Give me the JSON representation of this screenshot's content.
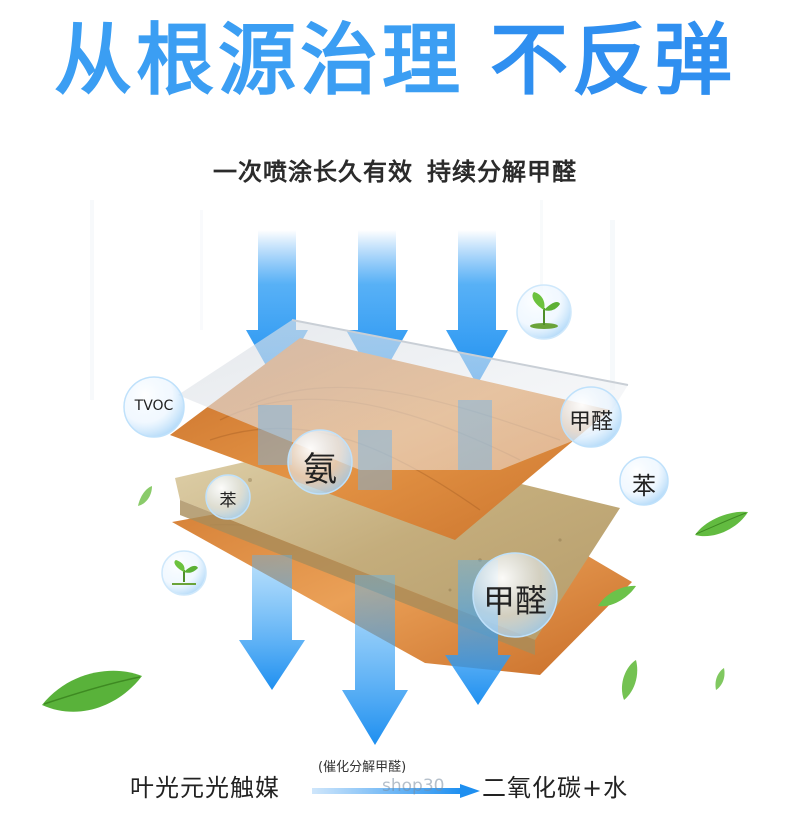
{
  "headline": {
    "part1": "从根源治理",
    "part2": "不反弹"
  },
  "subline": {
    "part1": "一次喷涂长久有效",
    "part2": "持续分解甲醛"
  },
  "bubbles": {
    "tvoc": "TVOC",
    "formaldehyde_right": "甲醛",
    "ammonia": "氨",
    "benzene_left": "苯",
    "benzene_right": "苯",
    "formaldehyde_large": "甲醛"
  },
  "bottom": {
    "left_text": "叶光元光触媒",
    "process_note": "(催化分解甲醛)",
    "right_text": "二氧化碳+水"
  },
  "watermark": "shop30",
  "colors": {
    "headline_blue": "#3b9ef3",
    "arrow_blue": "#1e8ff0",
    "wood_orange": "#d9853a",
    "particle_board": "#cdb98e",
    "leaf_green": "#58b038"
  }
}
